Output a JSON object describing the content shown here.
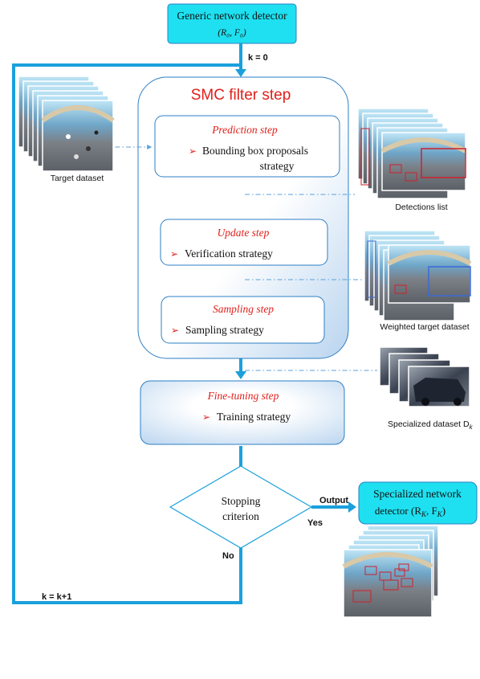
{
  "generic": {
    "title": "Generic network detector",
    "params": "(R₀, F₀)"
  },
  "loop": {
    "k0": "k = 0",
    "kinc": "k = k+1",
    "no": "No",
    "yes": "Yes",
    "output": "Output"
  },
  "smc": {
    "title": "SMC filter step"
  },
  "prediction": {
    "title": "Prediction step",
    "item1": "Bounding box proposals",
    "item2": "strategy"
  },
  "update": {
    "title": "Update step",
    "item": "Verification strategy"
  },
  "sampling": {
    "title": "Sampling step",
    "item": "Sampling strategy"
  },
  "finetune": {
    "title": "Fine-tuning step",
    "item": "Training strategy"
  },
  "stopping": {
    "line1": "Stopping",
    "line2": "criterion"
  },
  "specialized": {
    "line1": "Specialized network",
    "line2": "detector (R",
    "sub": "K",
    "mid": ", F",
    "end": ")"
  },
  "captions": {
    "target": "Target dataset",
    "detections": "Detections list",
    "weighted": "Weighted target dataset",
    "special": "Specialized dataset D",
    "special_sub": "k"
  },
  "colors": {
    "arrow": "#1aa0dc",
    "cyan_box": "#1ee0f0",
    "red": "#e0201b",
    "border": "#2d7fc4"
  }
}
